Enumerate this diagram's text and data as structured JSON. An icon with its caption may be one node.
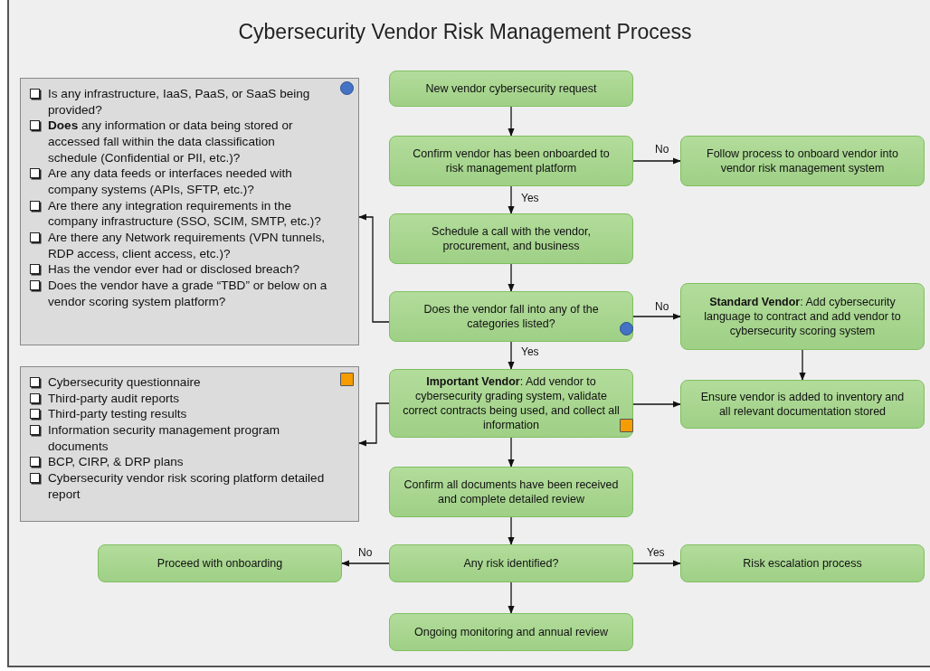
{
  "diagram": {
    "title": "Cybersecurity Vendor Risk Management Process",
    "nodes": [
      {
        "text": [
          "New vendor cybersecurity request"
        ]
      },
      {
        "text": [
          "Confirm vendor has been onboarded to risk management platform"
        ]
      },
      {
        "text": [
          "Follow process to onboard vendor into vendor risk management system"
        ]
      },
      {
        "text": [
          "Schedule a call with the vendor, procurement, and business"
        ]
      },
      {
        "text": [
          "Does the vendor fall into any of the categories listed?"
        ]
      },
      {
        "text": [
          "**Standard Vendor**: Add cybersecurity language to contract and add vendor to cybersecurity scoring system"
        ]
      },
      {
        "text": [
          "**Important Vendor**: Add vendor to cybersecurity grading system, validate correct contracts being used, and collect all information"
        ]
      },
      {
        "text": [
          "Ensure vendor is added to inventory and all relevant documentation stored"
        ]
      },
      {
        "text": [
          "Confirm all documents have been received and complete detailed review"
        ]
      },
      {
        "text": [
          "Any risk identified?"
        ]
      },
      {
        "text": [
          "Proceed with onboarding"
        ]
      },
      {
        "text": [
          "Risk escalation process"
        ]
      },
      {
        "text": [
          "Ongoing monitoring and annual review"
        ]
      },
      {
        "text": [
          "Is any infrastructure, IaaS, PaaS, or SaaS being provided?",
          "**Does** any information or data being stored or accessed fall within the data classification schedule (Confidential or PII, etc.)?",
          "Are any data feeds or interfaces needed with company systems (APIs, SFTP, etc.)?",
          "Are there any integration requirements in the company infrastructure (SSO, SCIM, SMTP, etc.)?",
          "Are there any Network requirements (VPN tunnels, RDP access, client access, etc.)?",
          "Has the vendor ever had or disclosed breach?",
          "Does the vendor have a grade “TBD” or below on a vendor scoring system platform?"
        ]
      },
      {
        "text": [
          "Cybersecurity questionnaire",
          "Third-party audit reports",
          "Third-party testing results",
          "Information security management program documents",
          "BCP, CIRP, & DRP plans",
          "Cybersecurity vendor risk scoring platform detailed report"
        ]
      }
    ],
    "edges": [
      {
        "from": 0,
        "to": 1,
        "arrow": "to"
      },
      {
        "from": 1,
        "to": 2,
        "arrow": "to",
        "label": "No"
      },
      {
        "from": 1,
        "to": 3,
        "arrow": "to",
        "label": "Yes"
      },
      {
        "from": 3,
        "to": 4,
        "arrow": "to"
      },
      {
        "from": 4,
        "to": 13,
        "arrow": "to"
      },
      {
        "from": 4,
        "to": 5,
        "arrow": "to",
        "label": "No"
      },
      {
        "from": 4,
        "to": 6,
        "arrow": "to",
        "label": "Yes"
      },
      {
        "from": 5,
        "to": 7,
        "arrow": "to"
      },
      {
        "from": 6,
        "to": 7,
        "arrow": "to"
      },
      {
        "from": 6,
        "to": 14,
        "arrow": "to"
      },
      {
        "from": 6,
        "to": 8,
        "arrow": "to"
      },
      {
        "from": 8,
        "to": 9,
        "arrow": "to"
      },
      {
        "from": 9,
        "to": 10,
        "arrow": "to",
        "label": "No"
      },
      {
        "from": 9,
        "to": 11,
        "arrow": "to",
        "label": "Yes"
      },
      {
        "from": 9,
        "to": 12,
        "arrow": "to"
      }
    ]
  }
}
